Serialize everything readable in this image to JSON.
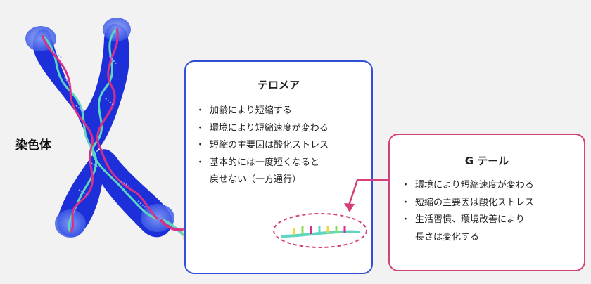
{
  "chromosome_label": "染色体",
  "telomere": {
    "title": "テロメア",
    "items": [
      {
        "text": "加齢により短縮する",
        "cont": ""
      },
      {
        "text": "環境により短縮速度が変わる",
        "cont": ""
      },
      {
        "text": "短縮の主要因は酸化ストレス",
        "cont": ""
      },
      {
        "text": "基本的には一度短くなると",
        "cont": "戻せない（一方通行）"
      }
    ]
  },
  "gtail": {
    "title": "G テール",
    "items": [
      {
        "text": "環境により短縮速度が変わる",
        "cont": ""
      },
      {
        "text": "短縮の主要因は酸化ストレス",
        "cont": ""
      },
      {
        "text": "生活習慣、環境改善により",
        "cont": "長さは変化する"
      }
    ]
  },
  "colors": {
    "telomere_border": "#2f4fd6",
    "gtail_border": "#d4407a",
    "chromosome": "#1c2fd8",
    "chromosome_tip": "#5e7bf0",
    "dna_teal": "#5cd6c0",
    "dna_pink": "#d8308a"
  }
}
